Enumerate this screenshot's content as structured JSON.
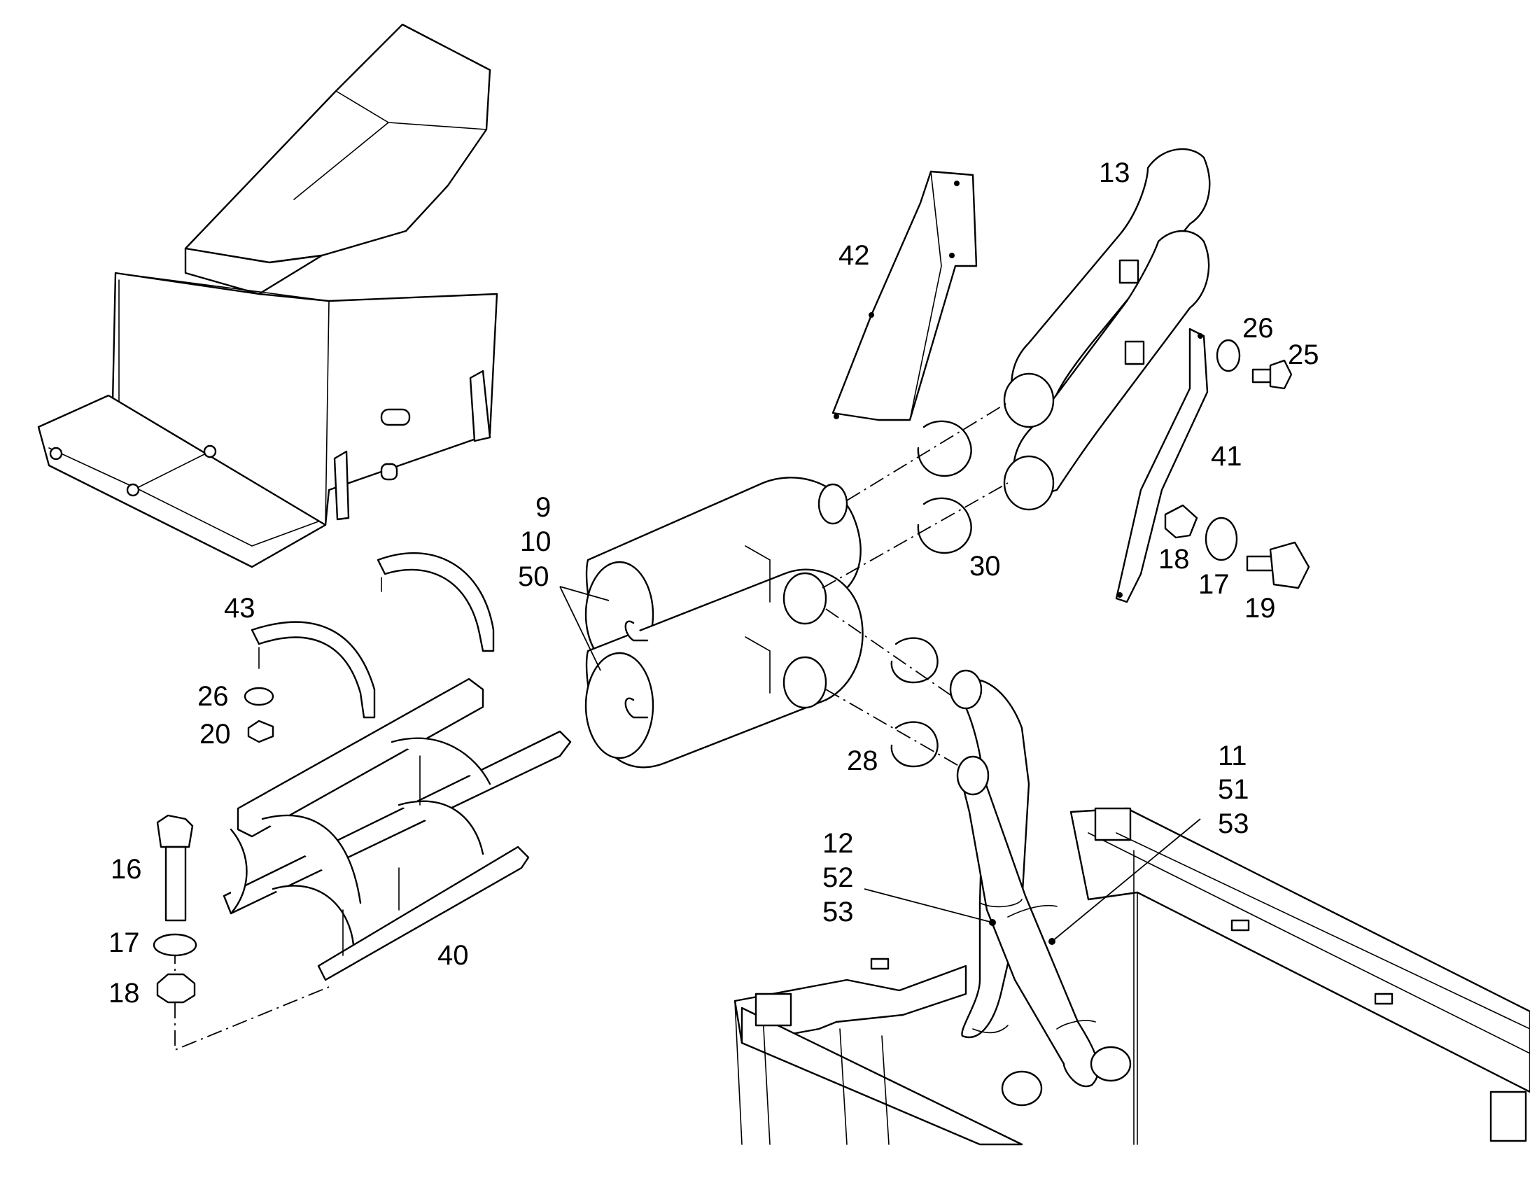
{
  "diagram": {
    "colors": {
      "line": "#000000",
      "background": "#ffffff"
    },
    "callouts": [
      {
        "id": "c13",
        "text": "13"
      },
      {
        "id": "c42",
        "text": "42"
      },
      {
        "id": "c26a",
        "text": "26"
      },
      {
        "id": "c25",
        "text": "25"
      },
      {
        "id": "c41",
        "text": "41"
      },
      {
        "id": "c9",
        "text": "9"
      },
      {
        "id": "c10",
        "text": "10"
      },
      {
        "id": "c50",
        "text": "50"
      },
      {
        "id": "c30",
        "text": "30"
      },
      {
        "id": "c18a",
        "text": "18"
      },
      {
        "id": "c17a",
        "text": "17"
      },
      {
        "id": "c19",
        "text": "19"
      },
      {
        "id": "c43",
        "text": "43"
      },
      {
        "id": "c26b",
        "text": "26"
      },
      {
        "id": "c20",
        "text": "20"
      },
      {
        "id": "c28",
        "text": "28"
      },
      {
        "id": "c11",
        "text": "11"
      },
      {
        "id": "c51",
        "text": "51"
      },
      {
        "id": "c53a",
        "text": "53"
      },
      {
        "id": "c12",
        "text": "12"
      },
      {
        "id": "c52",
        "text": "52"
      },
      {
        "id": "c53b",
        "text": "53"
      },
      {
        "id": "c16",
        "text": "16"
      },
      {
        "id": "c17b",
        "text": "17"
      },
      {
        "id": "c18b",
        "text": "18"
      },
      {
        "id": "c40",
        "text": "40"
      }
    ]
  }
}
